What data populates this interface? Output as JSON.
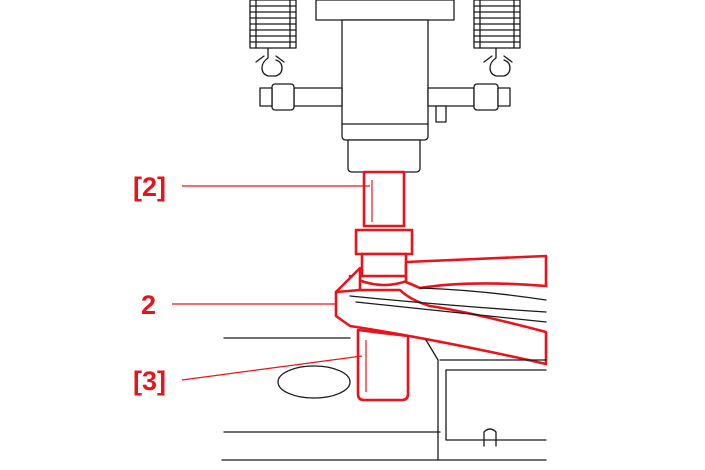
{
  "callouts": {
    "top": "[2]",
    "middle": "2",
    "bottom": "[3]"
  },
  "colors": {
    "highlight": "#e8141c",
    "line": "#1a1a1a",
    "background": "#ffffff"
  }
}
